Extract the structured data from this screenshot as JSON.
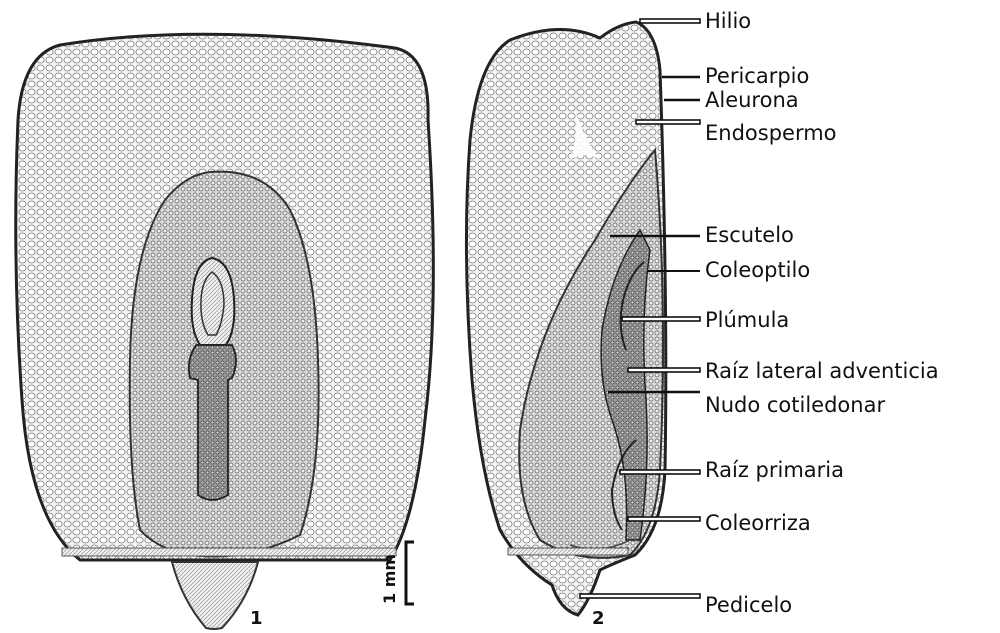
{
  "figure_numbers": {
    "left": "1",
    "right": "2"
  },
  "scale_bar": {
    "label": "1 mm"
  },
  "labels": [
    {
      "id": "hilio",
      "text": "Hilio"
    },
    {
      "id": "pericarpio",
      "text": "Pericarpio"
    },
    {
      "id": "aleurona",
      "text": "Aleurona"
    },
    {
      "id": "endospermo",
      "text": "Endospermo"
    },
    {
      "id": "escutelo",
      "text": "Escutelo"
    },
    {
      "id": "coleoptilo",
      "text": "Coleoptilo"
    },
    {
      "id": "plumula",
      "text": "Plúmula"
    },
    {
      "id": "raiz-lateral",
      "text": "Raíz lateral adventicia"
    },
    {
      "id": "nudo",
      "text": "Nudo cotiledonar"
    },
    {
      "id": "raiz-primaria",
      "text": "Raíz primaria"
    },
    {
      "id": "coleorriza",
      "text": "Coleorriza"
    },
    {
      "id": "pedicelo",
      "text": "Pedicelo"
    }
  ]
}
